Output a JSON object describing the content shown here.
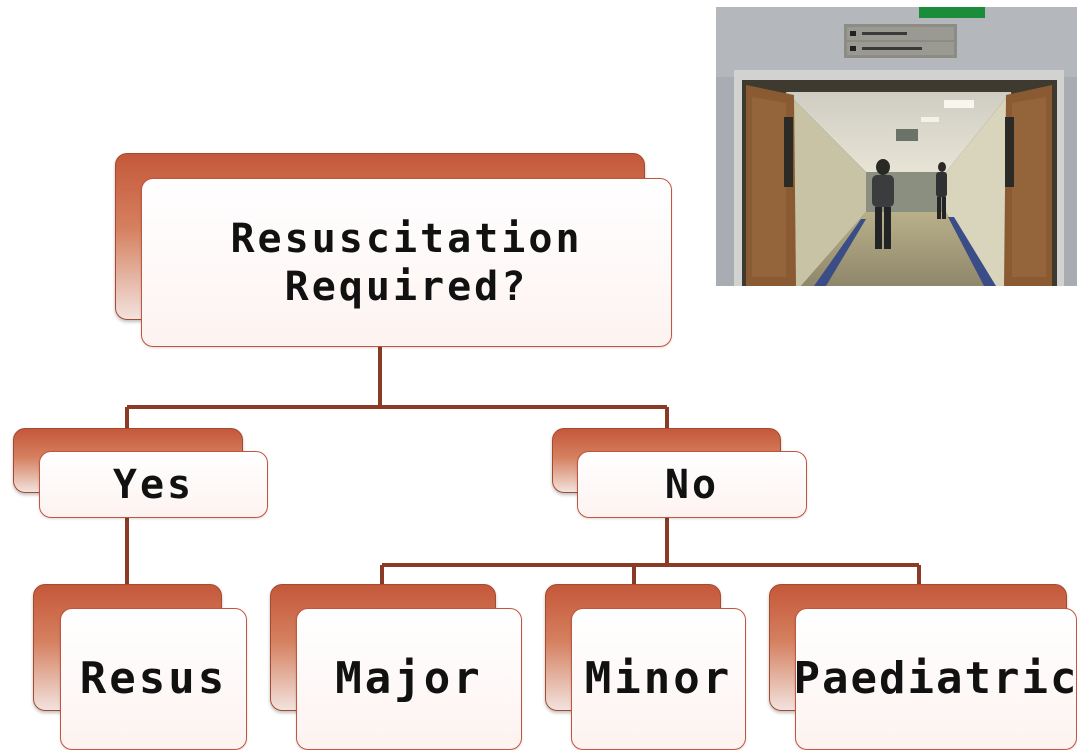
{
  "diagram": {
    "root": {
      "line1": "Resuscitation",
      "line2": "Required?"
    },
    "yes": "Yes",
    "no": "No",
    "resus": "Resus",
    "major": "Major",
    "minor": "Minor",
    "paediatric": "Paediatric"
  },
  "colors": {
    "accent": "#c4583a",
    "connector": "#8b3a26"
  }
}
